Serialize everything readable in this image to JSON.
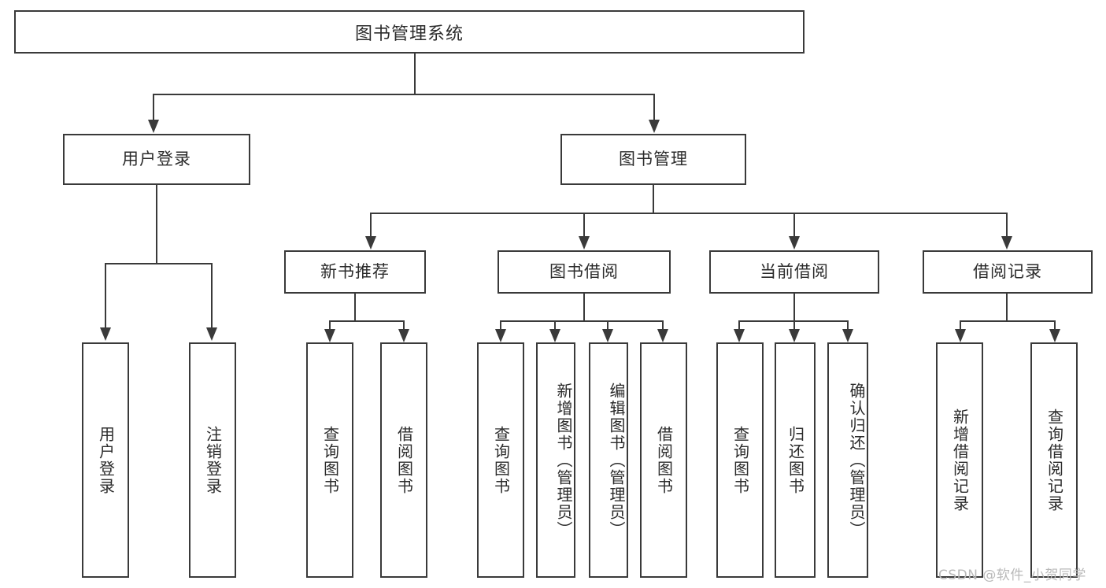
{
  "diagram": {
    "type": "tree",
    "title": "图书管理系统",
    "root": {
      "label": "图书管理系统"
    },
    "level1": [
      {
        "label": "用户登录"
      },
      {
        "label": "图书管理"
      }
    ],
    "level2": [
      {
        "label": "新书推荐"
      },
      {
        "label": "图书借阅"
      },
      {
        "label": "当前借阅"
      },
      {
        "label": "借阅记录"
      }
    ],
    "leaves": {
      "user_login": [
        {
          "label": "用户登录"
        },
        {
          "label": "注销登录"
        }
      ],
      "new_book_recommend": [
        {
          "label": "查询图书"
        },
        {
          "label": "借阅图书"
        }
      ],
      "book_borrow": [
        {
          "label": "查询图书"
        },
        {
          "label": "新增图书（管理员）"
        },
        {
          "label": "编辑图书（管理员）"
        },
        {
          "label": "借阅图书"
        }
      ],
      "current_borrow": [
        {
          "label": "查询图书"
        },
        {
          "label": "归还图书"
        },
        {
          "label": "确认归还（管理员）"
        }
      ],
      "borrow_record": [
        {
          "label": "新增借阅记录"
        },
        {
          "label": "查询借阅记录"
        }
      ]
    }
  },
  "watermark": {
    "text": "CSDN @软件_小贺同学"
  },
  "colors": {
    "stroke": "#3a3a3a",
    "background": "#ffffff",
    "text": "#2b2b2b",
    "watermark": "#b9b9b9"
  }
}
